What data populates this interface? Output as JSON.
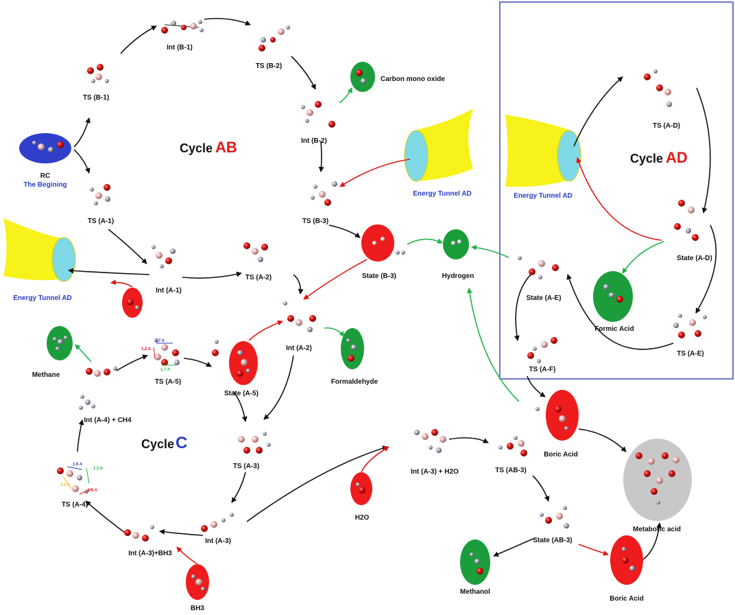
{
  "colors": {
    "black_arrow": "#111111",
    "red_arrow": "#e01515",
    "green_arrow": "#1fb24a",
    "red_oval": "#ee1c1c",
    "green_oval": "#1c9d3c",
    "blue_oval": "#2f3fc9",
    "gray_oval": "#c8c8c8",
    "tunnel_yellow": "#f7f21a",
    "tunnel_cyan": "#7fd9e6",
    "label_blue": "#2a3ec9",
    "box_border": "#3a4ab8"
  },
  "cycles": {
    "ab": {
      "prefix": "Cycle",
      "suffix": "AB"
    },
    "ad": {
      "prefix": "Cycle",
      "suffix": "AD"
    },
    "c": {
      "prefix": "Cycle",
      "suffix": "C"
    }
  },
  "labels": {
    "rc": "RC",
    "rc_sub": "The Begining",
    "ts_b1": "TS (B-1)",
    "int_b1": "Int (B-1)",
    "ts_b2": "TS (B-2)",
    "co": "Carbon mono oxide",
    "int_b2": "Int (B-2)",
    "ts_b3": "TS (B-3)",
    "tunnel_mid": "Energy Tunnel AD",
    "tunnel_left": "Energy Tunnel AD",
    "tunnel_right": "Energy Tunnel AD",
    "ts_a1": "TS (A-1)",
    "int_a1": "Int (A-1)",
    "ts_a2": "TS (A-2)",
    "state_b3": "State (B-3)",
    "hydrogen": "Hydrogen",
    "int_a2": "Int (A-2)",
    "formaldehyde": "Formaldehyde",
    "methane": "Methane",
    "ts_a5": "TS (A-5)",
    "state_a5": "State (A-5)",
    "int_a4": "Int (A-4) + CH4",
    "ts_a3": "TS (A-3)",
    "ts_a4": "TS (A-4)",
    "int_a3": "Int (A-3)",
    "int_a3_bh3": "Int (A-3)+BH3",
    "bh3": "BH3",
    "h2o": "H2O",
    "int_a3_h2o": "Int (A-3) + H2O",
    "ts_ab3": "TS (AB-3)",
    "boric_acid_1": "Boric Acid",
    "metaboric": "Metaboric acid",
    "state_ab3": "State (AB-3)",
    "methanol": "Methanol",
    "boric_acid_2": "Boric Acid",
    "ts_ad": "TS (A-D)",
    "state_ad": "State (A-D)",
    "state_ae": "State (A-E)",
    "formic": "Formic Acid",
    "ts_ae": "TS (A-E)",
    "ts_af": "TS (A-F)"
  },
  "bond_labels": {
    "a5_top": "1.7 A",
    "a5_left": "1.2 A",
    "a5_bottom": "1.7 A",
    "a4_top": "1.6 A",
    "a4_right": "1.2 A",
    "a4_left": "2.0 A",
    "a4_bottom": "1.9 A"
  }
}
